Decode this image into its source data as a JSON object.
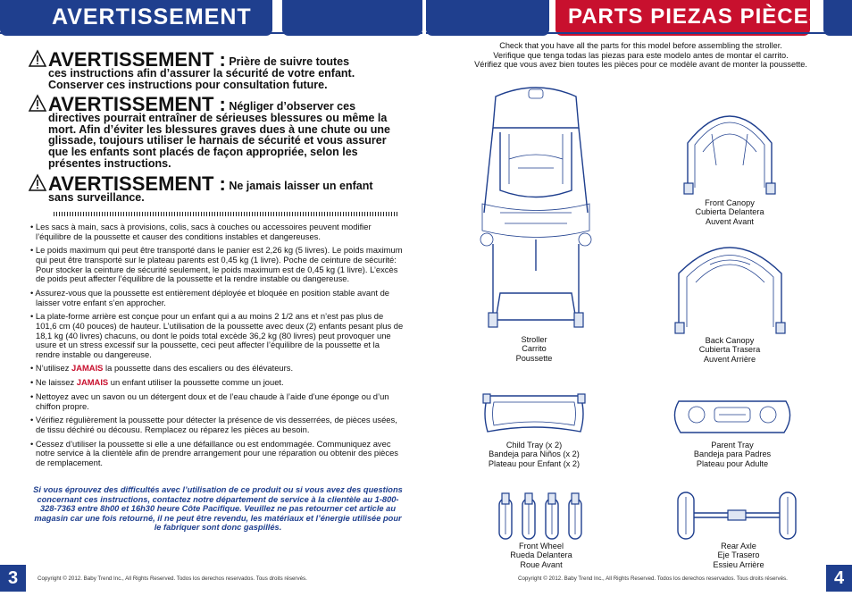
{
  "left_page": {
    "header_title": "AVERTISSEMENT",
    "warnings": [
      {
        "label": "AVERTISSEMENT :",
        "text_first": "Prière de suivre toutes",
        "text_rest": "ces instructions afin d’assurer la sécurité de votre enfant. Conserver ces instructions pour consultation future."
      },
      {
        "label": "AVERTISSEMENT :",
        "text_first": "Négliger d’observer ces",
        "text_rest": "directives pourrait entraîner de sérieuses blessures ou même la mort. Afin d’éviter les blessures graves dues à une chute ou une glissade, toujours utiliser le harnais de sécurité et vous assurer que les enfants sont placés de façon appropriée, selon les présentes instructions."
      },
      {
        "label": "AVERTISSEMENT :",
        "text_first": "Ne jamais laisser un enfant",
        "text_rest": "sans surveillance."
      }
    ],
    "bullets": [
      {
        "pre": "Les sacs à main, sacs à provisions, colis, sacs à couches ou accessoires peuvent modifier l’équilibre de la poussette et causer des conditions instables et dangereuses.",
        "em": "",
        "post": ""
      },
      {
        "pre": "Le poids maximum qui peut être transporté dans le panier est 2,26 kg (5 livres). Le poids maximum qui peut être transporté sur le plateau parents est 0,45 kg (1 livre). Poche de ceinture de sécurité: Pour stocker la ceinture de sécurité seulement, le poids maximum est de 0,45 kg (1 livre). L’excès de poids peut affecter l’équilibre de la poussette et la rendre instable ou dangereuse.",
        "em": "",
        "post": ""
      },
      {
        "pre": "Assurez-vous que la poussette est entièrement déployée et bloquée en position stable avant de laisser votre enfant s’en approcher.",
        "em": "",
        "post": ""
      },
      {
        "pre": "La plate-forme arrière est conçue pour un enfant qui a au moins 2 1/2 ans et n’est pas plus de 101,6 cm (40 pouces) de hauteur. L’utilisation de la poussette avec deux (2) enfants pesant plus de 18,1 kg (40 livres) chacuns, ou dont le poids total excède 36,2 kg (80 livres) peut provoquer une usure et un stress excessif sur la poussette, ceci peut affecter l’équilibre de la poussette et la rendre instable ou dangereuse.",
        "em": "",
        "post": ""
      },
      {
        "pre": "N’utilisez ",
        "em": "JAMAIS",
        "post": " la poussette dans des escaliers ou des élévateurs."
      },
      {
        "pre": "Ne laissez ",
        "em": "JAMAIS",
        "post": " un enfant utiliser la poussette comme un jouet."
      },
      {
        "pre": "Nettoyez avec un savon ou un détergent doux et de l’eau chaude à l’aide d’une éponge ou d’un chiffon propre.",
        "em": "",
        "post": ""
      },
      {
        "pre": "Vérifiez régulièrement la poussette pour détecter la présence de vis desserrées, de pièces usées, de tissu déchiré ou décousu. Remplacez ou réparez les pièces au besoin.",
        "em": "",
        "post": ""
      },
      {
        "pre": "Cessez d’utiliser la poussette si elle a une défaillance ou est endommagée. Communiquez avec notre service à la clientèle afin de prendre arrangement pour une réparation ou obtenir des pièces de remplacement.",
        "em": "",
        "post": ""
      }
    ],
    "help_text": "Si vous éprouvez des difficultés avec l’utilisation de ce produit ou si vous avez des questions concernant ces instructions, contactez notre département de service à la clientèle au 1-800-328-7363 entre 8h00 et 16h30 heure Côte Pacifique.  Veuillez ne pas retourner cet article au magasin car une fois retourné, il ne peut être revendu, les matériaux et l’énergie utilisée pour le fabriquer sont donc gaspillés.",
    "page_number": "3",
    "copyright": "Copyright © 2012. Baby Trend Inc., All Rights Reserved. Todos los derechos reservados. Tous droits réservés."
  },
  "right_page": {
    "header_title": "PARTS PIEZAS PIÈCES",
    "intro": [
      "Check that you have all the parts for this model before assembling the stroller.",
      "Verifique que tenga todas las piezas para este modelo antes de montar el carrito.",
      "Vérifiez que vous avez bien toutes les pièces pour ce modèle avant de monter la poussette."
    ],
    "parts": {
      "stroller": [
        "Stroller",
        "Carrito",
        "Poussette"
      ],
      "front_canopy": [
        "Front Canopy",
        "Cubierta Delantera",
        "Auvent Avant"
      ],
      "back_canopy": [
        "Back Canopy",
        "Cubierta Trasera",
        "Auvent Arrière"
      ],
      "child_tray": [
        "Child Tray (x 2)",
        "Bandeja para Niños (x 2)",
        "Plateau pour Enfant (x 2)"
      ],
      "parent_tray": [
        "Parent Tray",
        "Bandeja para Padres",
        "Plateau pour Adulte"
      ],
      "front_wheel": [
        "Front Wheel",
        "Rueda Delantera",
        "Roue Avant"
      ],
      "rear_axle": [
        "Rear Axle",
        "Eje Trasero",
        "Essieu Arrière"
      ]
    },
    "page_number": "4",
    "copyright": "Copyright © 2012. Baby Trend Inc., All Rights Reserved. Todos los derechos reservados. Tous droits réservés."
  },
  "colors": {
    "navy": "#1f3f8e",
    "red": "#c8102e"
  }
}
